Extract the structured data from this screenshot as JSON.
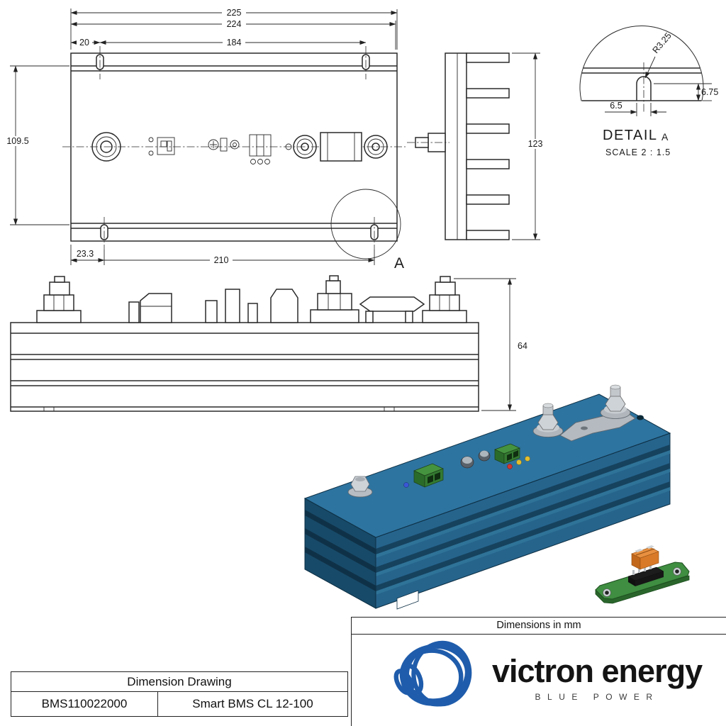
{
  "drawing": {
    "top_view": {
      "dim_width_outer": "225",
      "dim_width_inner": "224",
      "dim_slot_span": "184",
      "dim_left_offset": "20",
      "dim_depth_span": "109.5",
      "dim_bottom_offset": "23.3",
      "dim_bottom_span": "210",
      "detail_callout": "A"
    },
    "end_view": {
      "dim_depth": "123"
    },
    "front_view": {
      "dim_height": "64"
    },
    "detail_view": {
      "dim_radius": "R3.25",
      "dim_slot_depth": "6.75",
      "dim_slot_width": "6.5",
      "label": "DETAIL",
      "ref": "A",
      "scale_note": "SCALE 2 : 1.5"
    }
  },
  "title_block": {
    "title": "Dimension Drawing",
    "part_number": "BMS110022000",
    "product_name": "Smart BMS CL 12-100"
  },
  "footer": {
    "units_note": "Dimensions in mm",
    "brand_name": "victron energy",
    "brand_tagline": "BLUE POWER"
  }
}
